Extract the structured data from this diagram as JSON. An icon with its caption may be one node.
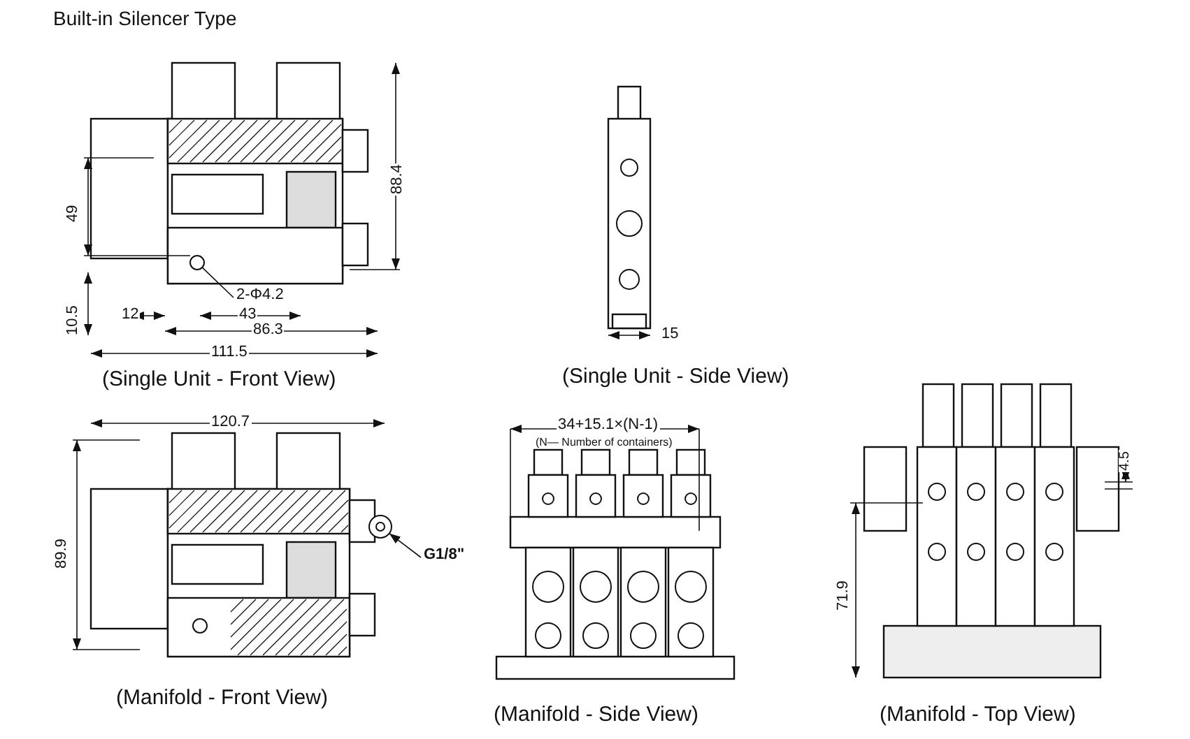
{
  "diagram": {
    "title": "Built-in Silencer Type",
    "nodes": [
      {
        "text": [
          "2-Φ4.2"
        ]
      },
      {
        "text": [
          "G1/8\""
        ]
      },
      {
        "text": [],
        "shape": "circle"
      },
      {
        "text": [],
        "shape": "circle"
      }
    ],
    "edges": [
      {
        "from": 0,
        "to": 2,
        "arrow": "none"
      },
      {
        "from": 1,
        "to": 3,
        "arrow": "to"
      }
    ],
    "labels": [
      "49",
      "88.4",
      "12",
      "43",
      "10.5",
      "86.3",
      "111.5",
      "15",
      "(Single Unit - Front View)",
      "(Single Unit - Side View)",
      "120.7",
      "89.9",
      "34+15.1×(N-1)",
      "(N— Number of containers)",
      "4.5",
      "71.9",
      "(Manifold - Front View)",
      "(Manifold - Side View)",
      "(Manifold - Top View)"
    ]
  }
}
